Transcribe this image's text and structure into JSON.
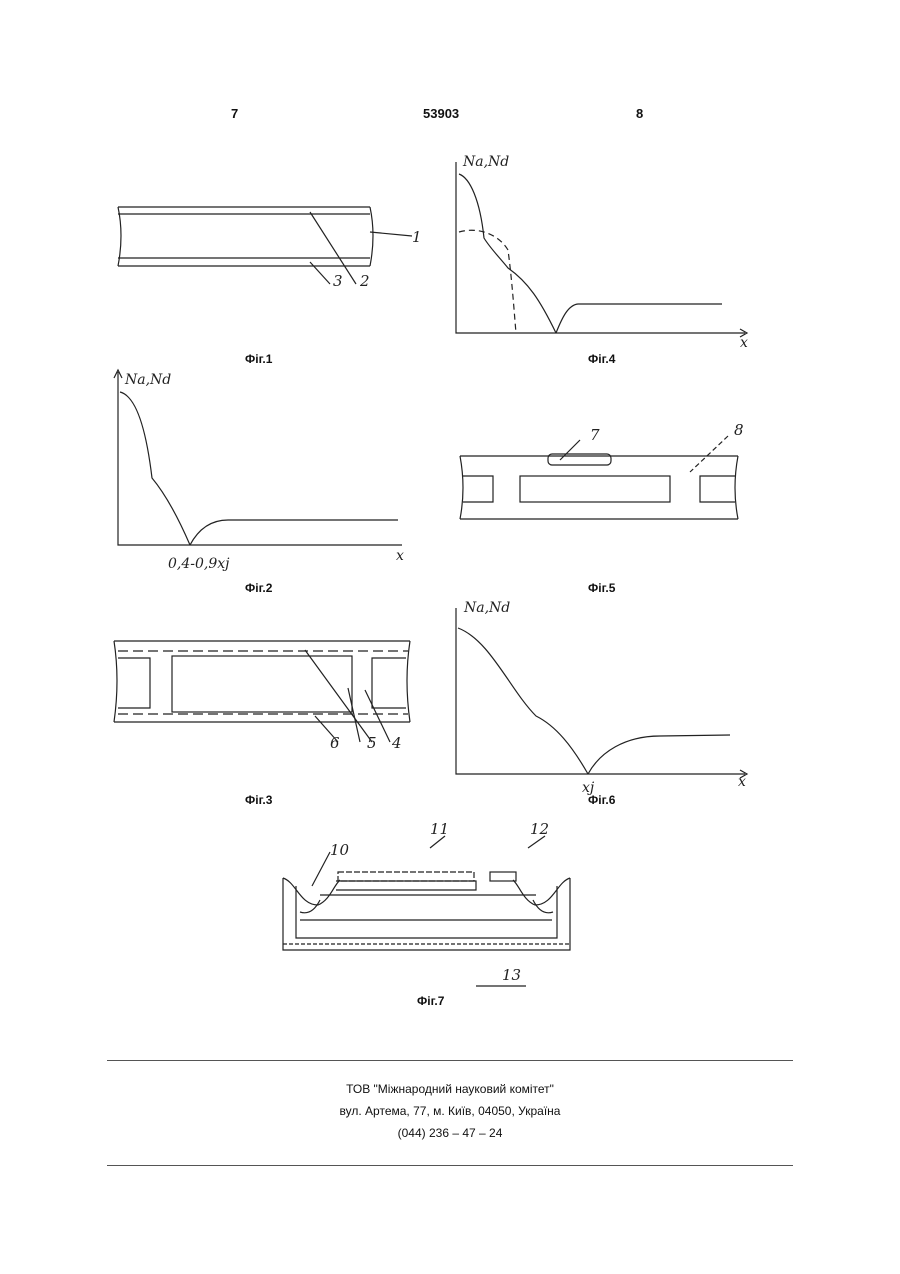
{
  "header": {
    "left_page": "7",
    "patent_number": "53903",
    "right_page": "8"
  },
  "figures": {
    "fig1": {
      "caption": "Фіг.1",
      "labels": [
        "1",
        "2",
        "3"
      ]
    },
    "fig2": {
      "caption": "Фіг.2",
      "ylabel": "Na,Nd",
      "xlabel": "x",
      "tick": "0,4-0,9xj"
    },
    "fig3": {
      "caption": "Фіг.3",
      "labels": [
        "4",
        "5",
        "6"
      ]
    },
    "fig4": {
      "caption": "Фіг.4",
      "ylabel": "Na,Nd",
      "xlabel": "x"
    },
    "fig5": {
      "caption": "Фіг.5",
      "labels": [
        "7",
        "8"
      ]
    },
    "fig6": {
      "caption": "Фіг.6",
      "ylabel": "Na,Nd",
      "xlabel": "x",
      "tick": "xj"
    },
    "fig7": {
      "caption": "Фіг.7",
      "labels": [
        "10",
        "11",
        "12",
        "13"
      ]
    }
  },
  "footer": {
    "line1": "ТОВ \"Міжнародний науковий комітет\"",
    "line2": "вул. Артема, 77, м. Київ, 04050, Україна",
    "line3": "(044) 236 – 47 – 24"
  }
}
